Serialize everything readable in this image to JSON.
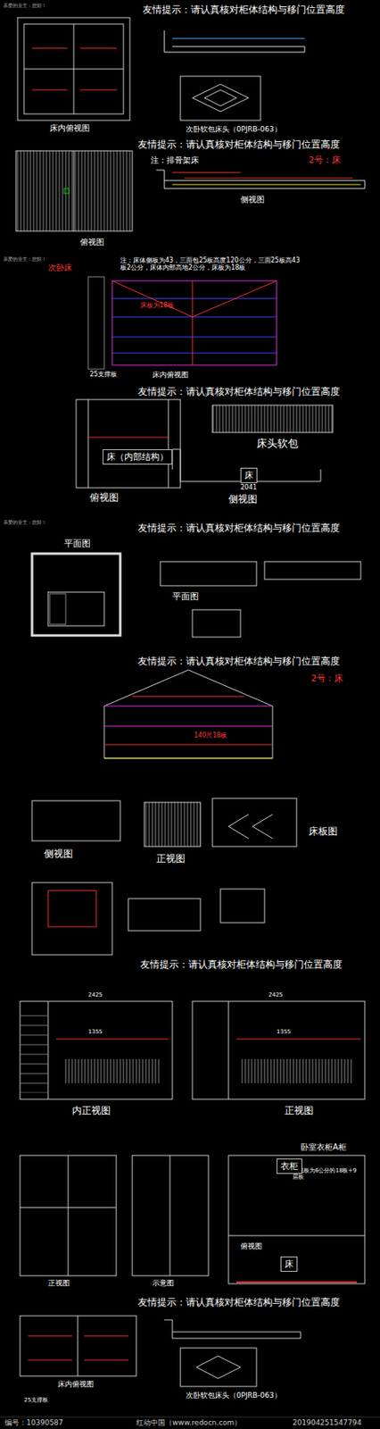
{
  "diagram": {
    "nodes": [
      {
        "text": [
          "床"
        ]
      },
      {
        "text": [
          "床（内部结构）"
        ]
      },
      {
        "text": [
          "床"
        ]
      },
      {
        "text": [
          "衣柜"
        ]
      }
    ],
    "labels": [
      "友情提示：请认真核对柜体结构与移门位置高度",
      "床内俯视图",
      "次卧软包床头（0PJRB-063）",
      "亲爱的业主：您好！",
      "友情提示：请认真核对柜体结构与移门位置高度",
      "注：排骨架床",
      "2号：床",
      "俯视图",
      "侧视图",
      "次卧床",
      "注：床体侧板为43，三面包25板高度120公分，三面25板高43板2公分，床体内部高地2公分，床板为18板",
      "床板为18板",
      "25支撑板",
      "床内俯视图",
      "友情提示：请认真核对柜体结构与移门位置高度",
      "床头软包",
      "俯视图",
      "侧视图",
      "2041",
      "友情提示：请认真核对柜体结构与移门位置高度",
      "平面图",
      "平面图",
      "友情提示：请认真核对柜体结构与移门位置高度",
      "2号：床",
      "140尺18板",
      "侧视图",
      "正视图",
      "床板图",
      "友情提示：请认真核对柜体结构与移门位置高度",
      "内正视图",
      "正视图",
      "2425",
      "2425",
      "卧室衣柜A柜",
      "正视图",
      "示意图",
      "俯视图",
      "友情提示：请认真核对柜体结构与移门位置高度",
      "床内俯视图",
      "25支撑板",
      "次卧软包床头（0PJRB-063）",
      "编号：10390587",
      "红动中国（www.redocn.com）",
      "201904251547794",
      "亲爱的业主：您好！",
      "亲爱的业主：您好！",
      "1355",
      "1355",
      "床底板为6公分的18板+9层板"
    ]
  }
}
